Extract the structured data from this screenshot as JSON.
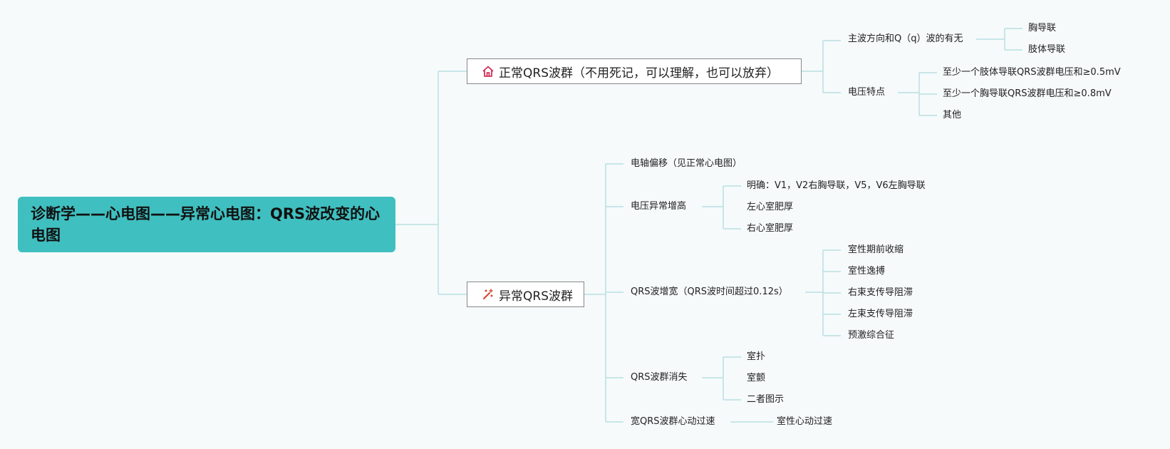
{
  "root": {
    "title": "诊断学——心电图——异常心电图：QRS波改变的心电图"
  },
  "branches": [
    {
      "label": "正常QRS波群（不用死记，可以理解，也可以放弃）",
      "icon": "house-icon",
      "children": [
        {
          "label": "主波方向和Q（q）波的有无",
          "children": [
            "胸导联",
            "肢体导联"
          ]
        },
        {
          "label": "电压特点",
          "children": [
            "至少一个肢体导联QRS波群电压和≥0.5mV",
            "至少一个胸导联QRS波群电压和≥0.8mV",
            "其他"
          ]
        }
      ]
    },
    {
      "label": "异常QRS波群",
      "icon": "sparkle-icon",
      "children": [
        {
          "label": "电轴偏移（见正常心电图）",
          "children": []
        },
        {
          "label": "电压异常增高",
          "children": [
            "明确：V1，V2右胸导联，V5，V6左胸导联",
            "左心室肥厚",
            "右心室肥厚"
          ]
        },
        {
          "label": "QRS波增宽（QRS波时间超过0.12s）",
          "children": [
            "室性期前收缩",
            "室性逸搏",
            "右束支传导阻滞",
            "左束支传导阻滞",
            "预激综合征"
          ]
        },
        {
          "label": "QRS波群消失",
          "children": [
            "室扑",
            "室颤",
            "二者图示"
          ]
        },
        {
          "label": "宽QRS波群心动过速",
          "children": [
            "室性心动过速"
          ]
        }
      ]
    }
  ],
  "colors": {
    "root_fill": "#40bfc0",
    "connector": "#b9dfe2",
    "background": "#f6fafb",
    "house_icon": "#d0335a",
    "sparkle_icon": "#d9412b"
  }
}
